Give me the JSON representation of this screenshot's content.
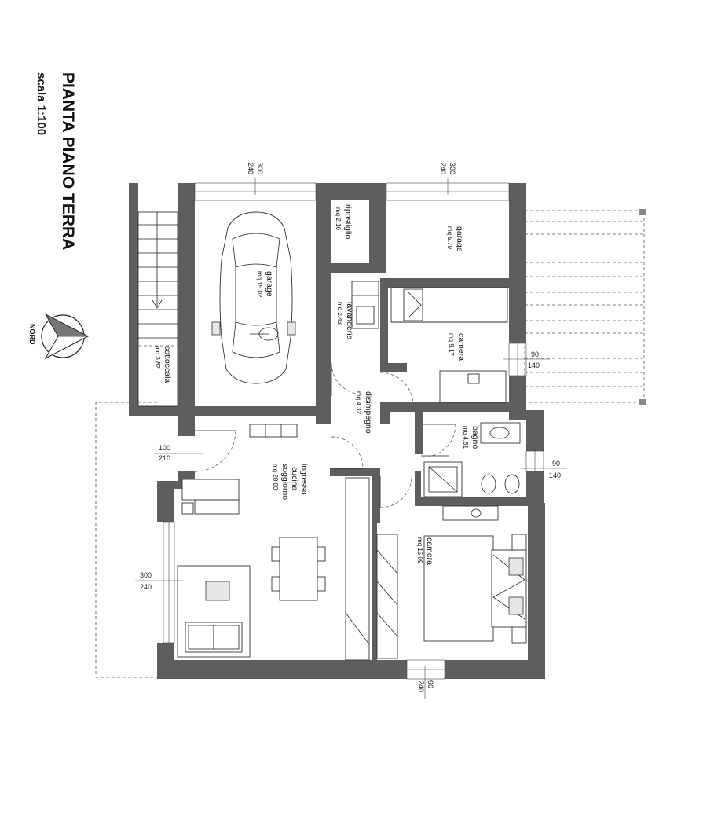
{
  "title": "PIANTA PIANO TERRA",
  "scale": "scala 1:100",
  "north": "NORD",
  "rooms": {
    "garage_main": {
      "name": "garage",
      "area": "mq 15.02"
    },
    "ripostiglio": {
      "name": "ripostiglio",
      "area": "mq 2.16"
    },
    "garage_small": {
      "name": "garage",
      "area": "mq 5.79"
    },
    "lavanderia": {
      "name": "lavanderia",
      "area": "mq 2.43"
    },
    "camera_1": {
      "name": "camera",
      "area": "mq 9.17"
    },
    "sottoscala": {
      "name": "sottoscala",
      "area": "mq 3.82"
    },
    "disimpegno": {
      "name": "disimpegno",
      "area": "mq 4.32"
    },
    "bagno": {
      "name": "bagno",
      "area": "mq 4.61"
    },
    "soggiorno": {
      "line1": "ingresso",
      "line2": "cucina",
      "line3": "soggiorno",
      "area": "mq 28.00"
    },
    "camera_2": {
      "name": "camera",
      "area": "mq 15.09"
    }
  },
  "dimensions": {
    "top_left_a": "300",
    "top_left_b": "240",
    "top_right_a": "300",
    "top_right_b": "240",
    "east_1_a": "90",
    "east_1_b": "140",
    "east_2_a": "90",
    "east_2_b": "140",
    "west_door_a": "100",
    "west_door_b": "210",
    "west_window_a": "300",
    "west_window_b": "240",
    "bottom_a": "90",
    "bottom_b": "240"
  }
}
